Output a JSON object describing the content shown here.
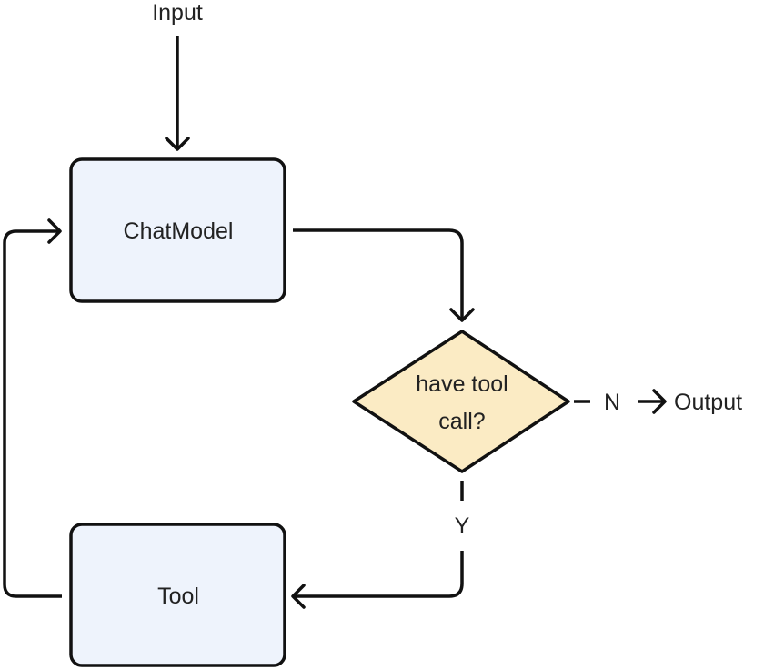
{
  "nodes": {
    "input": "Input",
    "chat_model": "ChatModel",
    "decision_line1": "have tool",
    "decision_line2": "call?",
    "tool": "Tool",
    "output": "Output"
  },
  "edges": {
    "no_label": "N",
    "yes_label": "Y"
  },
  "colors": {
    "box_fill": "#EEF3FC",
    "decision_fill": "#FBEBC4",
    "stroke": "#111111"
  }
}
